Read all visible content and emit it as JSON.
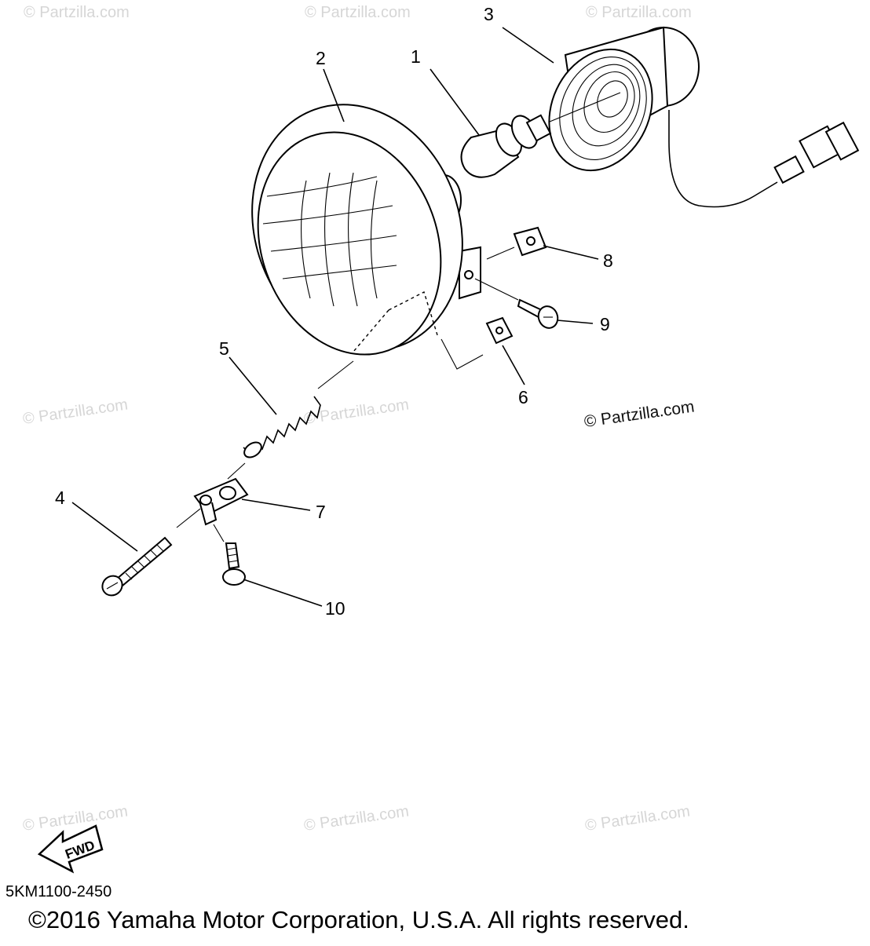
{
  "diagram": {
    "watermark_text": "© Partzilla.com",
    "callout_numbers": [
      "1",
      "2",
      "3",
      "4",
      "5",
      "6",
      "7",
      "8",
      "9",
      "10"
    ],
    "direction_label": "FWD",
    "diagram_code": "5KM1100-2450",
    "copyright": "©2016 Yamaha Motor Corporation, U.S.A. All rights reserved."
  }
}
